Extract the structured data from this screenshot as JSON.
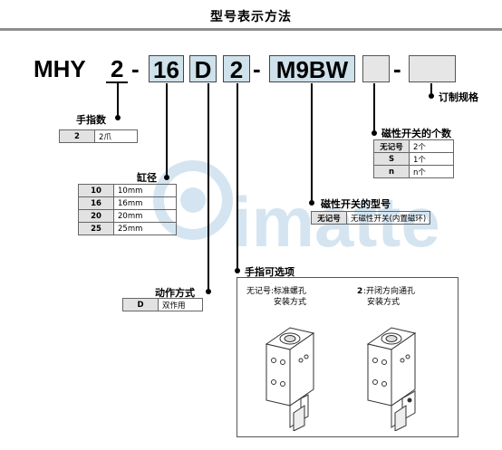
{
  "title": "型号表示方法",
  "code": {
    "base": "MHY",
    "jaws": "2",
    "dash1": "-",
    "bore": "16",
    "action": "D",
    "switch_count": "2",
    "dash2": "-",
    "switch_model": "M9BW",
    "dash3": "-"
  },
  "watermark": "imatte",
  "jaws": {
    "label": "手指数",
    "rows": [
      {
        "key": "2",
        "value": "2爪"
      }
    ]
  },
  "bore": {
    "label": "缸径",
    "rows": [
      {
        "key": "10",
        "value": "10mm"
      },
      {
        "key": "16",
        "value": "16mm"
      },
      {
        "key": "20",
        "value": "20mm"
      },
      {
        "key": "25",
        "value": "25mm"
      }
    ]
  },
  "action": {
    "label": "动作方式",
    "rows": [
      {
        "key": "D",
        "value": "双作用"
      }
    ]
  },
  "custom": {
    "label": "订制规格"
  },
  "switch_count": {
    "label": "磁性开关的个数",
    "rows": [
      {
        "key": "无记号",
        "value": "2个"
      },
      {
        "key": "S",
        "value": "1个"
      },
      {
        "key": "n",
        "value": "n个"
      }
    ]
  },
  "switch_model": {
    "label": "磁性开关的型号",
    "rows": [
      {
        "key": "无记号",
        "value": "无磁性开关(内置磁环)"
      }
    ]
  },
  "finger_option": {
    "label": "手指可选项",
    "left_caption_1": "无记号:标准螺孔",
    "left_caption_2": "安装方式",
    "right_caption_key": "2",
    "right_caption_1": ":开闭方向通孔",
    "right_caption_2": "安装方式"
  }
}
